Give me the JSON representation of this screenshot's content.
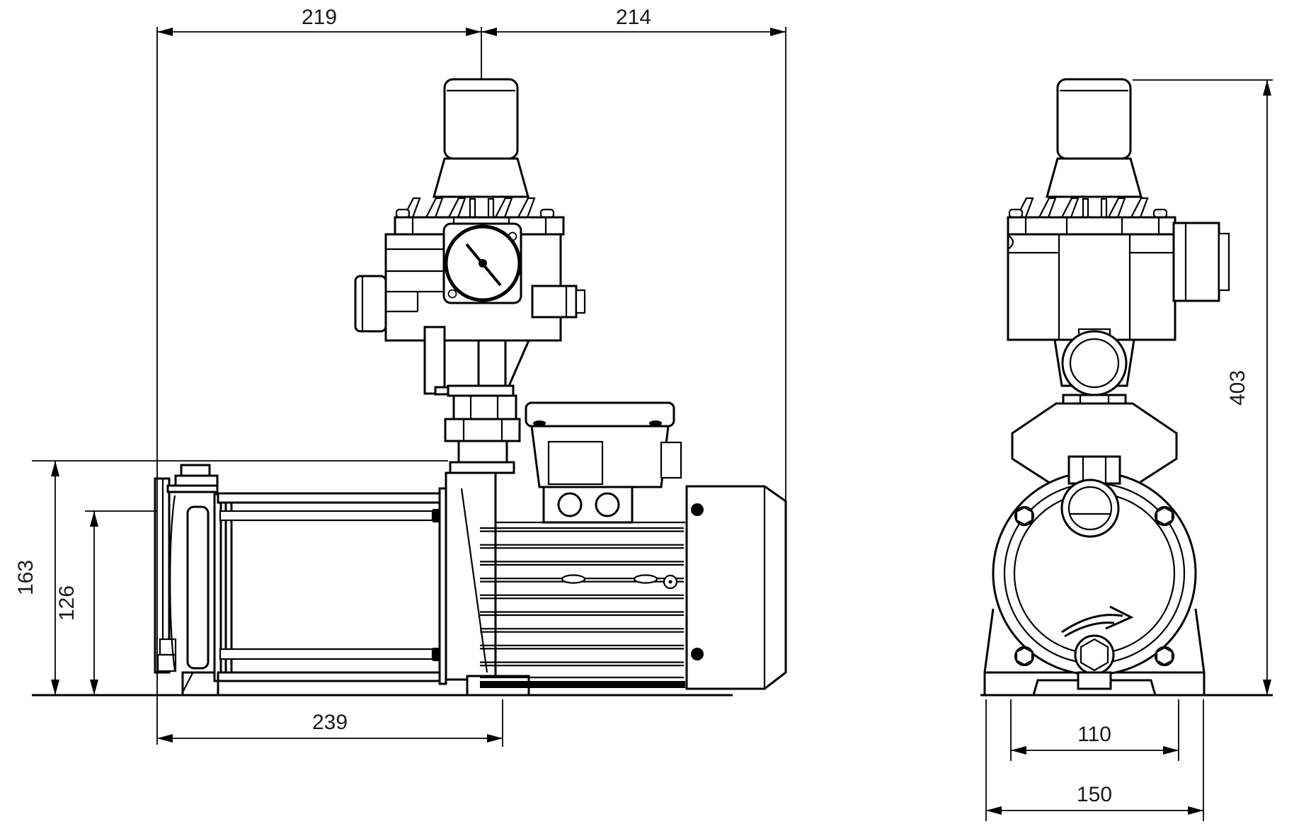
{
  "drawing": {
    "type": "technical-dimension-drawing",
    "subject": "pressure-boosting pump unit with pressure controller, two orthographic views",
    "colors": {
      "line": "#000000",
      "background": "#ffffff"
    },
    "icons": {
      "rotation_arrow": "curved-right-flow-arrow",
      "gauge_needle": "pressure-gauge-needle"
    }
  },
  "dimensions": {
    "top_left": "219",
    "top_right": "214",
    "left_outer_height": "163",
    "left_inner_height": "126",
    "bottom_length": "239",
    "overall_height": "403",
    "base_inner_width": "110",
    "base_outer_width": "150"
  }
}
